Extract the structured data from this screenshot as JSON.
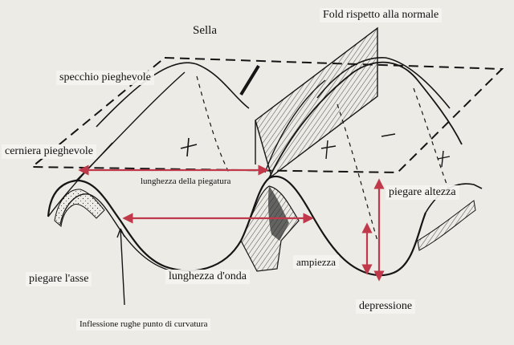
{
  "labels": {
    "saddle": "Sella",
    "fold_normal": "Fold rispetto alla normale",
    "fold_mirror": "specchio pieghevole",
    "fold_hinge": "cerniera pieghevole",
    "fold_length": "lunghezza della piegatura",
    "fold_height": "piegare altezza",
    "fold_axis": "piegare l'asse",
    "amplitude": "ampiezza",
    "wavelength": "lunghezza d'onda",
    "trough": "depressione",
    "inflection": "Inflessione rughe punto di curvatura"
  },
  "colors": {
    "ink": "#151515",
    "arrow": "#c0394a",
    "paper": "#ecebe6"
  }
}
